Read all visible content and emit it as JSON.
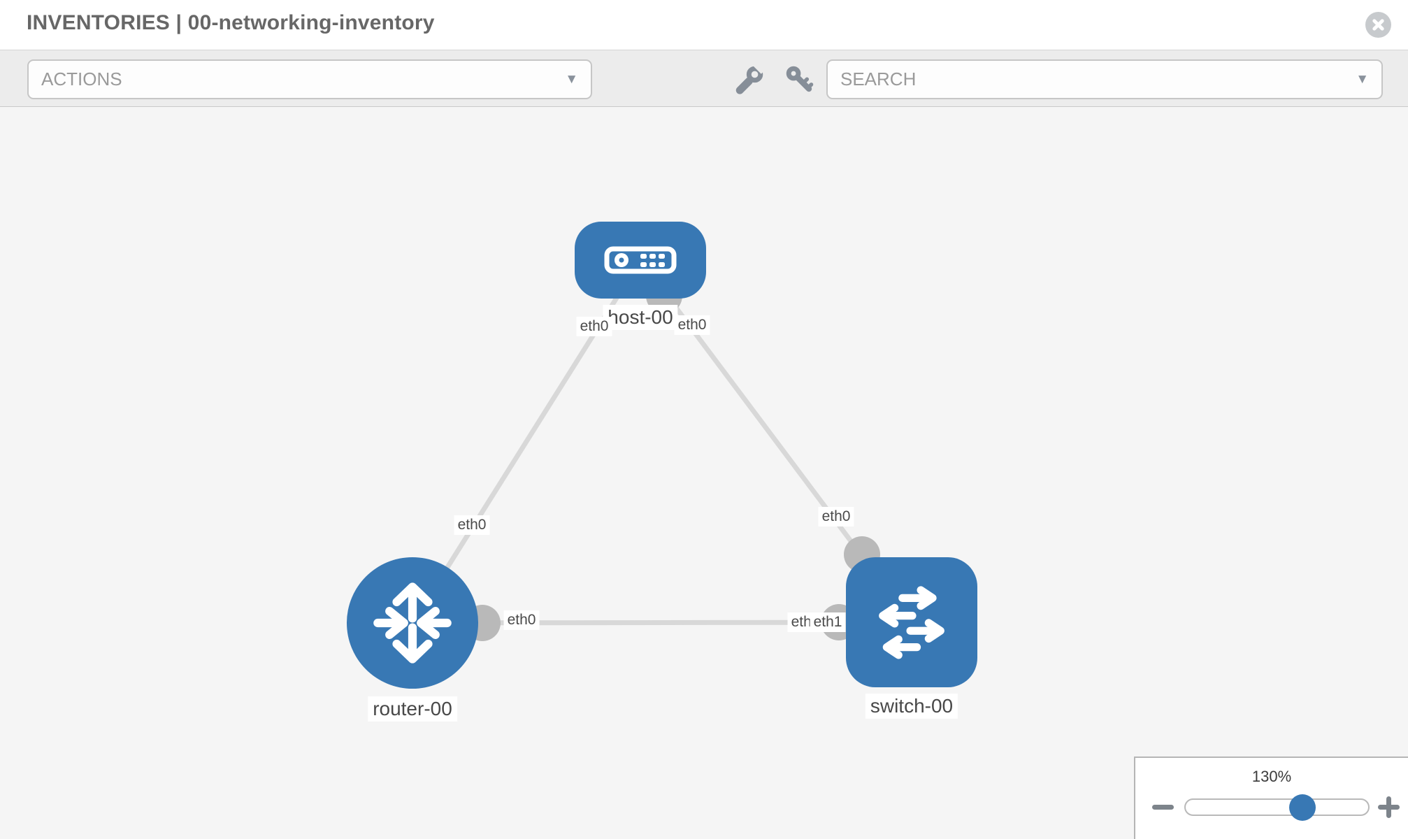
{
  "header": {
    "title": "INVENTORIES | 00-networking-inventory",
    "close_icon": "close-icon"
  },
  "toolbar": {
    "actions_label": "ACTIONS",
    "search_placeholder": "SEARCH",
    "icons": [
      "wrench-icon",
      "key-icon",
      "dropdown-caret-icon"
    ],
    "caret_glyph": "▼"
  },
  "diagram": {
    "nodes": [
      {
        "id": "host-00",
        "label": "host-00",
        "type": "host",
        "icon": "server-icon"
      },
      {
        "id": "router-00",
        "label": "router-00",
        "type": "router",
        "icon": "router-arrows-icon"
      },
      {
        "id": "switch-00",
        "label": "switch-00",
        "type": "switch",
        "icon": "switch-arrows-icon"
      }
    ],
    "links": [
      {
        "from": "host-00",
        "from_interface": "eth0",
        "to": "router-00",
        "to_interface": "eth0"
      },
      {
        "from": "host-00",
        "from_interface": "eth0",
        "to": "switch-00",
        "to_interface": "eth0"
      },
      {
        "from": "router-00",
        "from_interface": "eth0",
        "to": "switch-00",
        "to_interface": "eth1"
      }
    ],
    "interface_labels": [
      {
        "text": "eth0",
        "link": "host-00/router-00",
        "end": "host-00"
      },
      {
        "text": "eth0",
        "link": "host-00/router-00",
        "end": "router-00"
      },
      {
        "text": "eth0",
        "link": "host-00/switch-00",
        "end": "host-00"
      },
      {
        "text": "eth0",
        "link": "host-00/switch-00",
        "end": "switch-00"
      },
      {
        "text": "eth0",
        "link": "router-00/switch-00",
        "end": "router-00"
      },
      {
        "text": "eth0",
        "link": "router-00/switch-00",
        "end": "switch-00",
        "note": "partially covered by eth1 label"
      },
      {
        "text": "eth1",
        "link": "router-00/switch-00",
        "end": "switch-00"
      }
    ]
  },
  "zoom_control": {
    "level_label": "130%",
    "percent_along_track": 64,
    "minus_icon": "minus-icon",
    "plus_icon": "plus-icon"
  },
  "colors": {
    "node_blue": "#3878b4",
    "link_gray": "#d8d8d8",
    "connector_gray": "#b9b9b9",
    "canvas_bg": "#f5f5f5",
    "toolbar_bg": "#ececec",
    "title_gray": "#676767"
  }
}
